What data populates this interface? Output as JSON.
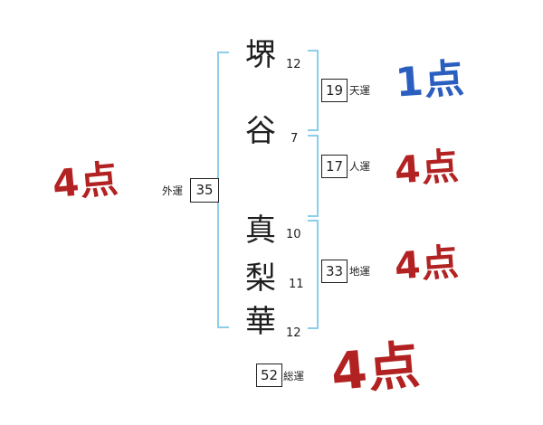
{
  "name": {
    "chars": [
      {
        "char": "堺",
        "strokes": "12"
      },
      {
        "char": "谷",
        "strokes": "7"
      },
      {
        "char": "真",
        "strokes": "10"
      },
      {
        "char": "梨",
        "strokes": "11"
      },
      {
        "char": "華",
        "strokes": "12"
      }
    ]
  },
  "fortunes": {
    "outer": {
      "label": "外運",
      "value": "35",
      "score": "4点"
    },
    "heaven": {
      "label": "天運",
      "value": "19",
      "score": "1点"
    },
    "person": {
      "label": "人運",
      "value": "17",
      "score": "4点"
    },
    "earth": {
      "label": "地運",
      "value": "33",
      "score": "4点"
    },
    "total": {
      "label": "総運",
      "value": "52",
      "score": "4点"
    }
  },
  "colors": {
    "bracket_blue": "#8ccde9",
    "score_red": "#b32222",
    "score_blue": "#2a5fc0",
    "ink": "#1f1f1f"
  }
}
